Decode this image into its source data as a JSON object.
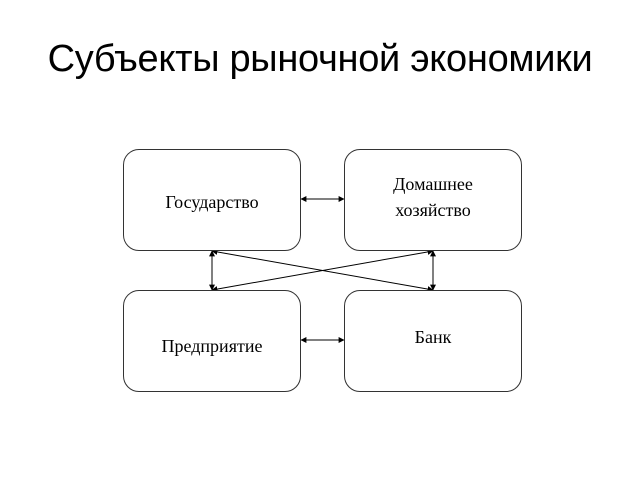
{
  "title": "Субъекты рыночной экономики",
  "nodes": {
    "state": "Государство",
    "household": "Домашнее\nхозяйство",
    "enterprise": "Предприятие",
    "bank": "Банк"
  },
  "colors": {
    "border": "#333333",
    "line": "#000000",
    "background": "#ffffff"
  }
}
